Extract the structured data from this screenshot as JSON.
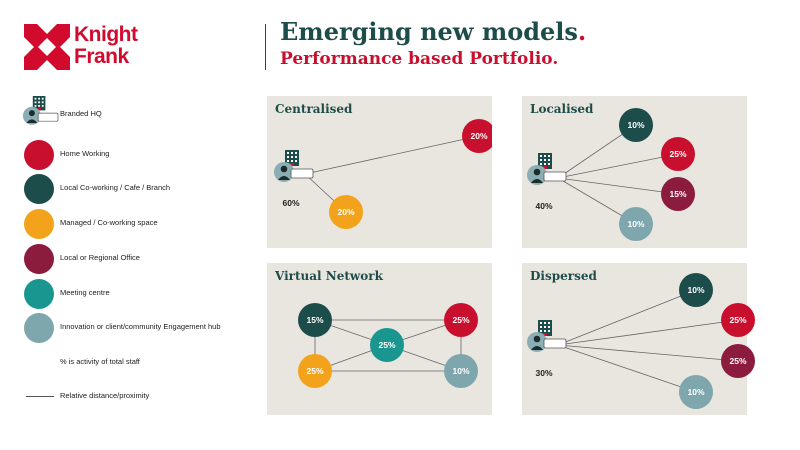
{
  "header": {
    "logo_line1": "Knight",
    "logo_line2": "Frank",
    "title": "Emerging new models",
    "title_dot": ".",
    "subtitle": "Performance based Portfolio",
    "subtitle_dot": "."
  },
  "colors": {
    "red": "#c8102e",
    "dark_teal": "#1d4d4a",
    "orange": "#f2a31b",
    "plum": "#8c1c3e",
    "teal": "#1a9690",
    "grey_blue": "#7ea6ad",
    "panel_bg": "#e9e6df"
  },
  "legend": [
    {
      "label": "Branded HQ",
      "kind": "hq",
      "icon": "building-person-icon"
    },
    {
      "label": "Home Working",
      "kind": "circle",
      "color": "#c8102e"
    },
    {
      "label": "Local Co-working / Cafe / Branch",
      "kind": "circle",
      "color": "#1d4d4a"
    },
    {
      "label": "Managed / Co-working space",
      "kind": "circle",
      "color": "#f2a31b"
    },
    {
      "label": "Local or Regional Office",
      "kind": "circle",
      "color": "#8c1c3e"
    },
    {
      "label": "Meeting centre",
      "kind": "circle",
      "color": "#1a9690"
    },
    {
      "label": "Innovation or client/community  Engagement hub",
      "kind": "circle",
      "color": "#7ea6ad"
    },
    {
      "label": "% is activity of total staff",
      "kind": "none"
    },
    {
      "label": "Relative distance/proximity",
      "kind": "line"
    }
  ],
  "panels": [
    {
      "title": "Centralised",
      "hq": {
        "label": "60%"
      },
      "nodes": [
        {
          "label": "20%",
          "color": "#c8102e"
        },
        {
          "label": "20%",
          "color": "#f2a31b"
        }
      ]
    },
    {
      "title": "Localised",
      "hq": {
        "label": "40%"
      },
      "nodes": [
        {
          "label": "10%",
          "color": "#1d4d4a"
        },
        {
          "label": "25%",
          "color": "#c8102e"
        },
        {
          "label": "15%",
          "color": "#8c1c3e"
        },
        {
          "label": "10%",
          "color": "#7ea6ad"
        }
      ]
    },
    {
      "title": "Virtual Network",
      "nodes": [
        {
          "label": "15%",
          "color": "#1d4d4a"
        },
        {
          "label": "25%",
          "color": "#c8102e"
        },
        {
          "label": "25%",
          "color": "#1a9690"
        },
        {
          "label": "25%",
          "color": "#f2a31b"
        },
        {
          "label": "10%",
          "color": "#7ea6ad"
        }
      ]
    },
    {
      "title": "Dispersed",
      "hq": {
        "label": "30%"
      },
      "nodes": [
        {
          "label": "10%",
          "color": "#1d4d4a"
        },
        {
          "label": "25%",
          "color": "#c8102e"
        },
        {
          "label": "25%",
          "color": "#8c1c3e"
        },
        {
          "label": "10%",
          "color": "#7ea6ad"
        }
      ]
    }
  ]
}
